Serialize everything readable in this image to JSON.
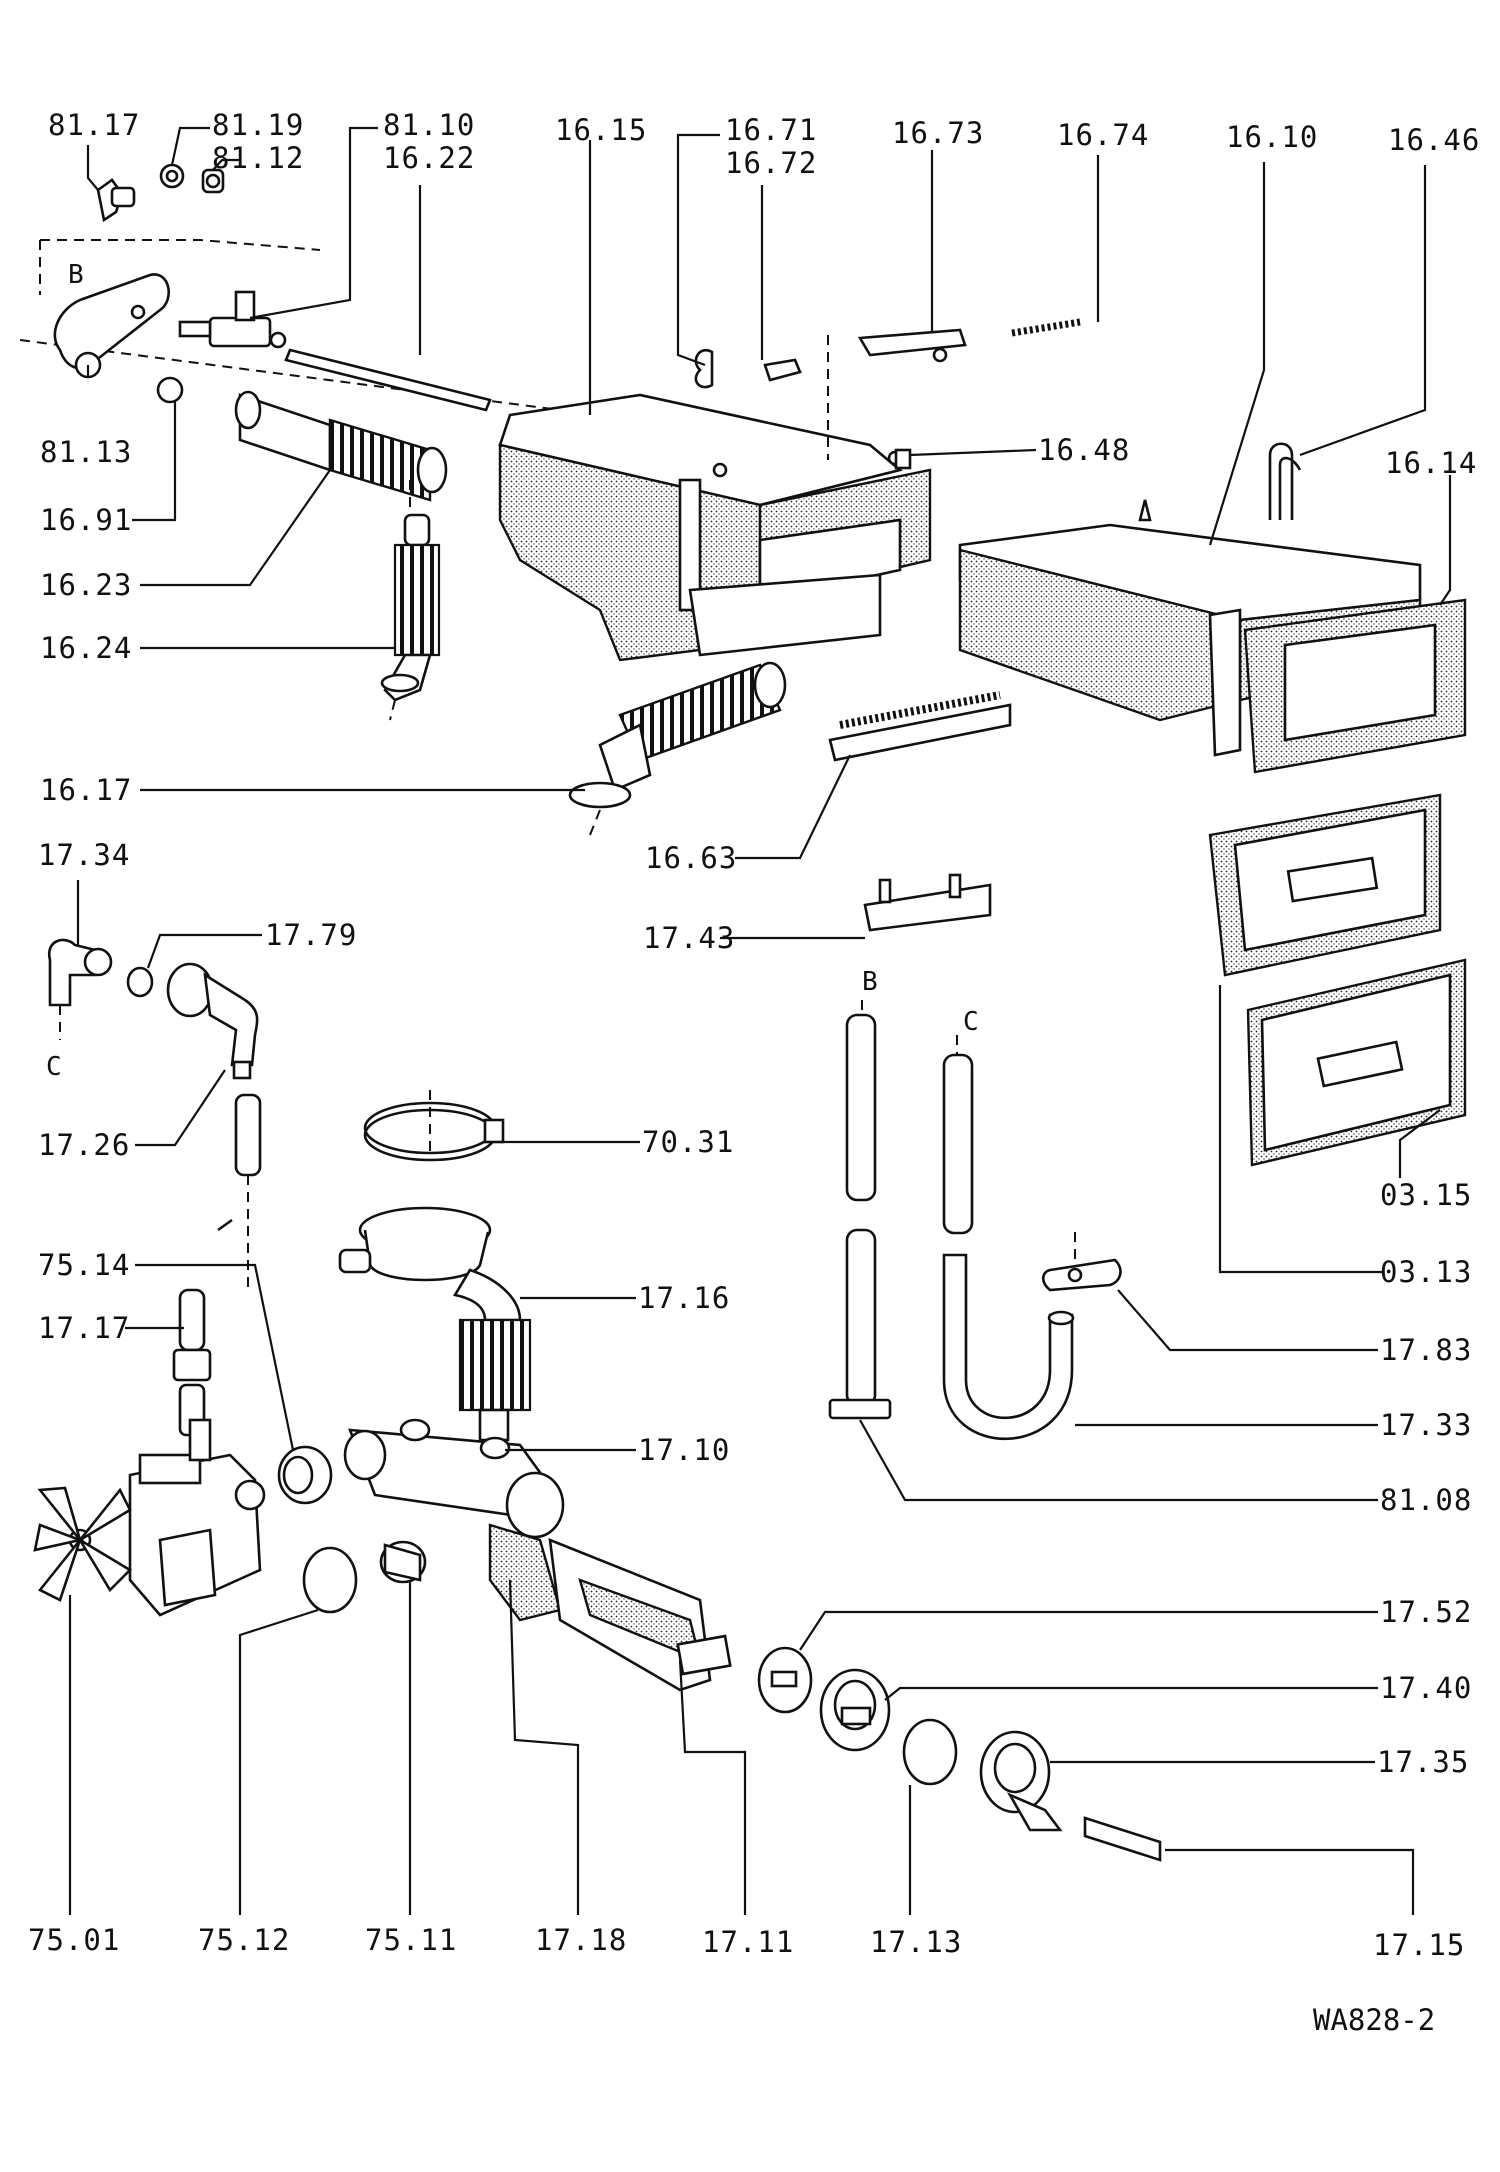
{
  "drawing": {
    "ref": "WA828-2",
    "markers": {
      "b": "B",
      "c": "C"
    },
    "labels": {
      "p81_17": "81.17",
      "p81_19": "81.19",
      "p81_12": "81.12",
      "p81_10": "81.10",
      "p16_22": "16.22",
      "p16_15": "16.15",
      "p16_71": "16.71",
      "p16_72": "16.72",
      "p16_73": "16.73",
      "p16_74": "16.74",
      "p16_10": "16.10",
      "p16_46": "16.46",
      "p81_13": "81.13",
      "p16_91": "16.91",
      "p16_23": "16.23",
      "p16_24": "16.24",
      "p16_48": "16.48",
      "p16_14": "16.14",
      "p16_17": "16.17",
      "p16_63": "16.63",
      "p17_34": "17.34",
      "p17_79": "17.79",
      "p17_43": "17.43",
      "p17_26": "17.26",
      "p70_31": "70.31",
      "p03_15": "03.15",
      "p75_14": "75.14",
      "p17_16": "17.16",
      "p03_13": "03.13",
      "p17_17": "17.17",
      "p17_83": "17.83",
      "p17_33": "17.33",
      "p17_10": "17.10",
      "p81_08": "81.08",
      "p17_52": "17.52",
      "p17_40": "17.40",
      "p17_35": "17.35",
      "p75_01": "75.01",
      "p75_12": "75.12",
      "p75_11": "75.11",
      "p17_18": "17.18",
      "p17_11": "17.11",
      "p17_13": "17.13",
      "p17_15": "17.15"
    }
  }
}
